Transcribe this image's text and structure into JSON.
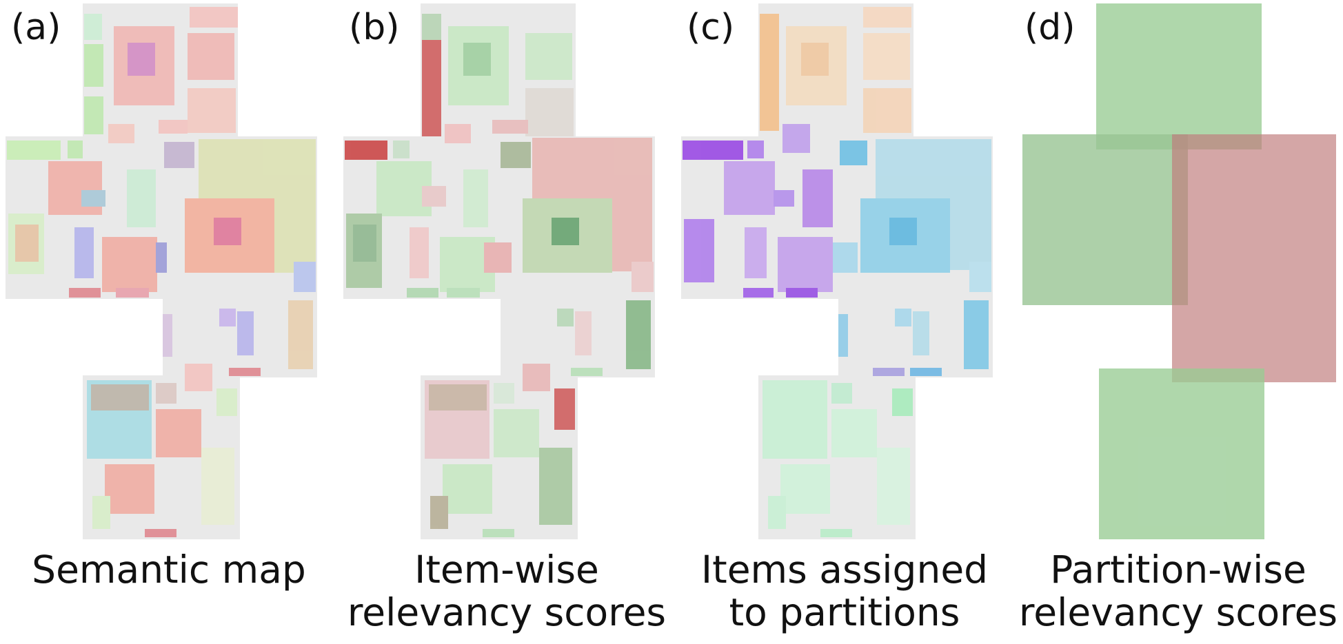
{
  "panels": [
    {
      "id": "a",
      "letter": "(a)",
      "caption_lines": [
        "Semantic map"
      ]
    },
    {
      "id": "b",
      "letter": "(b)",
      "caption_lines": [
        "Item-wise",
        "relevancy scores"
      ]
    },
    {
      "id": "c",
      "letter": "(c)",
      "caption_lines": [
        "Items assigned",
        "to partitions"
      ]
    },
    {
      "id": "d",
      "letter": "(d)",
      "caption_lines": [
        "Partition-wise",
        "relevancy scores"
      ]
    }
  ],
  "colors": {
    "floor": "#e8e8e8",
    "relevant_green": "#a8d8a0",
    "irrelevant_red": "#d49a9a",
    "partition_purple": "#b48ae6",
    "partition_blue": "#7ec6e0",
    "partition_orange": "#f4c08a",
    "partition_mint": "#b8ecc8"
  }
}
